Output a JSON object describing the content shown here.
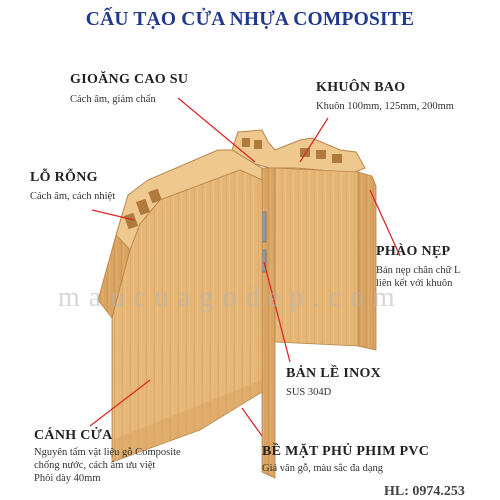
{
  "title": "CẤU TẠO CỬA NHỰA COMPOSITE",
  "labels": {
    "gioang": {
      "title": "GIOĂNG CAO SU",
      "lines": [
        "Cách âm, giảm chấn"
      ]
    },
    "loRong": {
      "title": "LỖ RỖNG",
      "lines": [
        "Cách âm, cách nhiệt"
      ]
    },
    "khuonBao": {
      "title": "KHUÔN BAO",
      "lines": [
        "Khuôn 100mm, 125mm, 200mm"
      ]
    },
    "phaoNep": {
      "title": "PHÀO NẸP",
      "lines": [
        "Bản nẹp chân chữ L",
        "liên kết với khuôn"
      ]
    },
    "banLe": {
      "title": "BẢN LỀ INOX",
      "lines": [
        "SUS 304D"
      ]
    },
    "canhCua": {
      "title": "CÁNH CỬA",
      "lines": [
        "Nguyên tấm vật liệu gỗ Composite",
        "chống nước, cách âm ưu việt",
        "Phôi dày 40mm"
      ]
    },
    "beMat": {
      "title": "BỀ MẶT PHỦ PHIM PVC",
      "lines": [
        "Giả vân gỗ, màu sắc đa dạng"
      ]
    }
  },
  "watermark": "maucuagodep.com",
  "corner_text": "HL: 0974.253",
  "colors": {
    "title": "#1f3a8c",
    "leader": "#d92b2b",
    "wood": "#e7b877",
    "wood_dark": "#c99552"
  }
}
